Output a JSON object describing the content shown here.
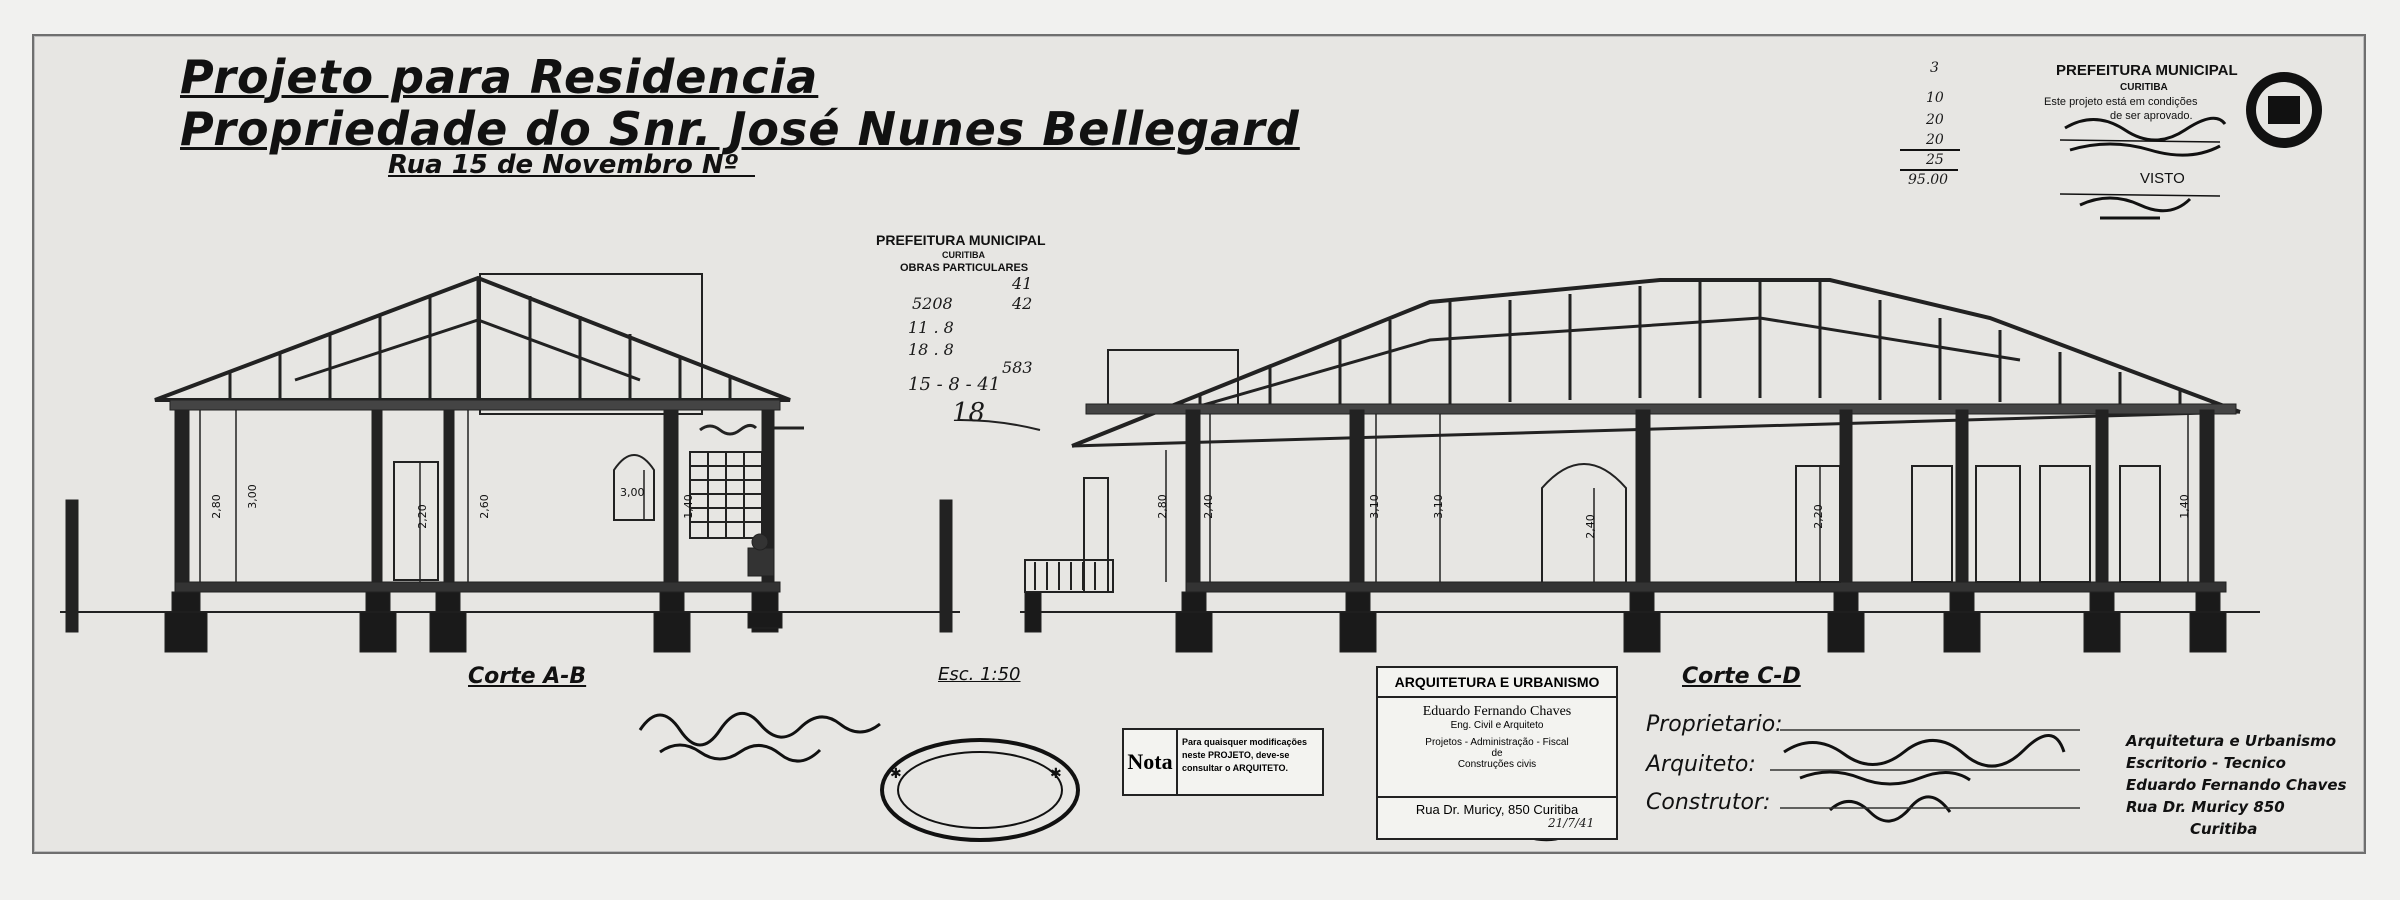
{
  "title": {
    "line1": "Projeto para Residencia",
    "line2": "Propriedade do Snr. José Nunes Bellegard",
    "address": "Rua 15 de Novembro Nº"
  },
  "prefeitura_stamp_right": {
    "title": "PREFEITURA MUNICIPAL",
    "city": "CURITIBA",
    "text1": "Este projeto está em condições",
    "text2": "de ser aprovado.",
    "visto": "VISTO"
  },
  "prefeitura_stamp_center": {
    "title": "PREFEITURA MUNICIPAL",
    "city": "CURITIBA",
    "dept": "OBRAS PARTICULARES",
    "numbers": [
      "41",
      "5208",
      "42",
      "11 . 8",
      "18 . 8",
      "583",
      "15 - 8 - 41",
      "18"
    ]
  },
  "margin_numbers": [
    "3",
    "10",
    "20",
    "20",
    "25",
    "95.00"
  ],
  "sections": {
    "left_label": "Corte A-B",
    "scale": "Esc. 1:50",
    "right_label": "Corte C-D"
  },
  "arch_stamp": {
    "title": "ARQUITETURA E URBANISMO",
    "name": "Eduardo Fernando Chaves",
    "role": "Eng. Civil e Arquiteto",
    "services1": "Projetos - Administração - Fiscal",
    "services2": "de",
    "services3": "Construções civis",
    "street": "Rua Dr. Muricy, 850",
    "city": "Curitiba",
    "date": "21/7/41"
  },
  "nota": {
    "title": "Nota",
    "text": "Para quaisquer modificações neste PROJETO, deve-se consultar o ARQUITETO."
  },
  "fields": {
    "owner": "Proprietario:",
    "architect": "Arquiteto:",
    "builder": "Construtor:"
  },
  "office_stamp": {
    "line1": "Arquitetura e Urbanismo",
    "line2": "Escritorio - Tecnico",
    "line3": "Eduardo Fernando Chaves",
    "line4": "Rua Dr. Muricy 850",
    "line5": "Curitiba"
  },
  "dims_left": [
    "2,80",
    "3,00",
    "2,20",
    "2,60",
    "3,00",
    "1,40"
  ],
  "dims_right": [
    "2,80",
    "2,40",
    "3,10",
    "3,10",
    "2,40",
    "2,20",
    "1,40"
  ],
  "colors": {
    "ink": "#111111",
    "paper": "#e7e6e3",
    "line": "#2a2a2a"
  }
}
